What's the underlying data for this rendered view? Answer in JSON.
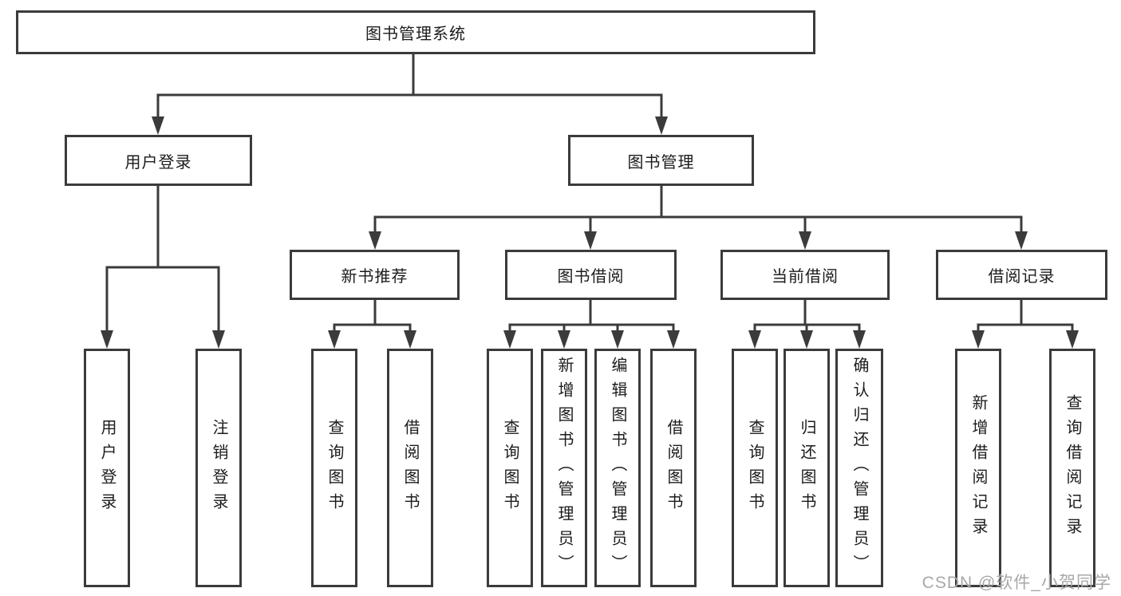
{
  "diagram": {
    "root": {
      "label": "图书管理系统"
    },
    "children": [
      {
        "label": "用户登录",
        "children": [
          {
            "label": "用户登录"
          },
          {
            "label": "注销登录"
          }
        ]
      },
      {
        "label": "图书管理",
        "children": [
          {
            "label": "新书推荐",
            "children": [
              {
                "label": "查询图书"
              },
              {
                "label": "借阅图书"
              }
            ]
          },
          {
            "label": "图书借阅",
            "children": [
              {
                "label": "查询图书"
              },
              {
                "label": "新增图书（管理员）"
              },
              {
                "label": "编辑图书（管理员）"
              },
              {
                "label": "借阅图书"
              }
            ]
          },
          {
            "label": "当前借阅",
            "children": [
              {
                "label": "查询图书"
              },
              {
                "label": "归还图书"
              },
              {
                "label": "确认归还（管理员）"
              }
            ]
          },
          {
            "label": "借阅记录",
            "children": [
              {
                "label": "新增借阅记录"
              },
              {
                "label": "查询借阅记录"
              }
            ]
          }
        ]
      }
    ]
  },
  "watermark": {
    "text": "CSDN @软件_小贺同学"
  },
  "colors": {
    "line": "#3b3b3b",
    "text": "#1c1c1c",
    "background": "#ffffff",
    "watermark": "#a8a8a8"
  }
}
